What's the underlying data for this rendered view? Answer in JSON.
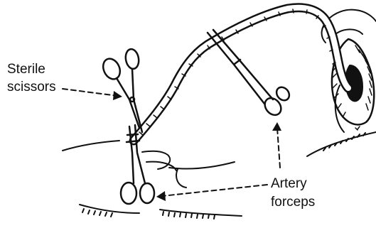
{
  "labels": {
    "scissors": [
      "Sterile",
      "scissors"
    ],
    "forceps": [
      "Artery",
      "forceps"
    ]
  },
  "colors": {
    "ink": "#111111",
    "paper": "#ffffff"
  }
}
